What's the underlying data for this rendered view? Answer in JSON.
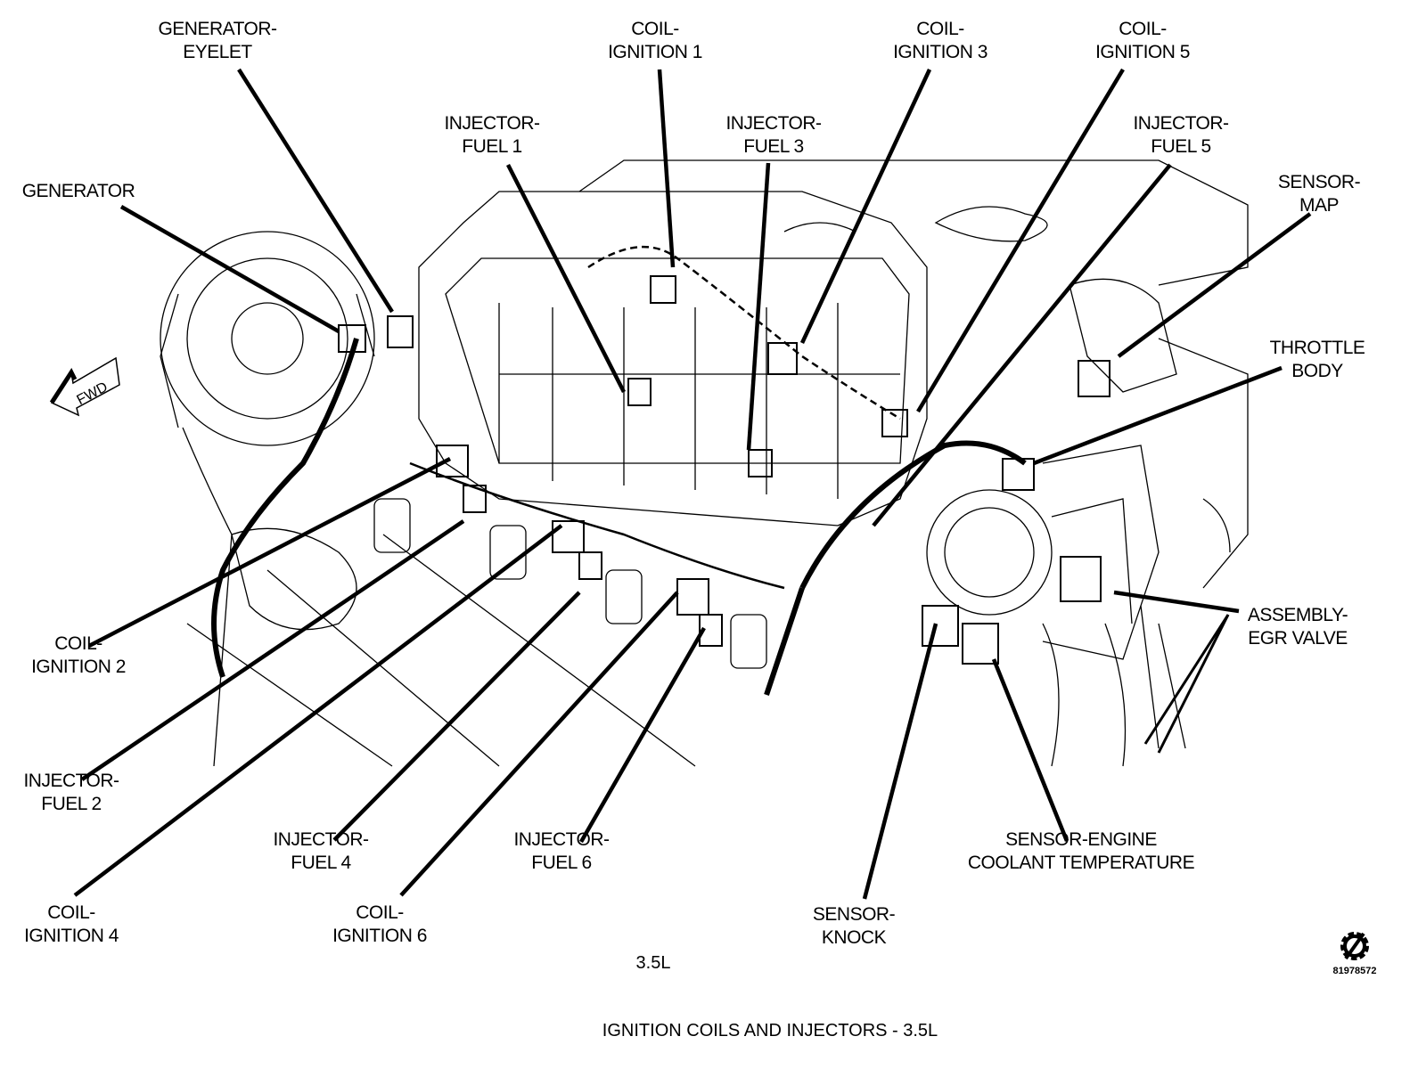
{
  "diagram": {
    "title": "IGNITION COILS AND INJECTORS  - 3.5L",
    "engine_label": "3.5L",
    "document_number": "81978572",
    "direction_indicator": "FWD",
    "logo_icon": "gear-slash-logo-icon",
    "line_color": "#000000",
    "background_color": "#ffffff"
  },
  "labels": [
    {
      "id": "generator-eyelet",
      "lines": [
        "GENERATOR-",
        "EYELET"
      ]
    },
    {
      "id": "generator",
      "lines": [
        "GENERATOR"
      ]
    },
    {
      "id": "coil-ignition-1",
      "lines": [
        "COIL-",
        "IGNITION 1"
      ]
    },
    {
      "id": "injector-fuel-1",
      "lines": [
        "INJECTOR-",
        "FUEL 1"
      ]
    },
    {
      "id": "injector-fuel-3",
      "lines": [
        "INJECTOR-",
        "FUEL 3"
      ]
    },
    {
      "id": "coil-ignition-3",
      "lines": [
        "COIL-",
        "IGNITION 3"
      ]
    },
    {
      "id": "coil-ignition-5",
      "lines": [
        "COIL-",
        "IGNITION 5"
      ]
    },
    {
      "id": "injector-fuel-5",
      "lines": [
        "INJECTOR-",
        "FUEL 5"
      ]
    },
    {
      "id": "sensor-map",
      "lines": [
        "SENSOR-",
        "MAP"
      ]
    },
    {
      "id": "throttle-body",
      "lines": [
        "THROTTLE",
        "BODY"
      ]
    },
    {
      "id": "assembly-egr-valve",
      "lines": [
        "ASSEMBLY-",
        "EGR VALVE"
      ]
    },
    {
      "id": "coil-ignition-2",
      "lines": [
        "COIL-",
        "IGNITION 2"
      ]
    },
    {
      "id": "injector-fuel-2",
      "lines": [
        "INJECTOR-",
        "FUEL 2"
      ]
    },
    {
      "id": "injector-fuel-4",
      "lines": [
        "INJECTOR-",
        "FUEL 4"
      ]
    },
    {
      "id": "injector-fuel-6",
      "lines": [
        "INJECTOR-",
        "FUEL 6"
      ]
    },
    {
      "id": "coil-ignition-4",
      "lines": [
        "COIL-",
        "IGNITION 4"
      ]
    },
    {
      "id": "coil-ignition-6",
      "lines": [
        "COIL-",
        "IGNITION 6"
      ]
    },
    {
      "id": "sensor-knock",
      "lines": [
        "SENSOR-",
        "KNOCK"
      ]
    },
    {
      "id": "sensor-engine-coolant-temperature",
      "lines": [
        "SENSOR-ENGINE",
        "COOLANT TEMPERATURE"
      ]
    }
  ]
}
